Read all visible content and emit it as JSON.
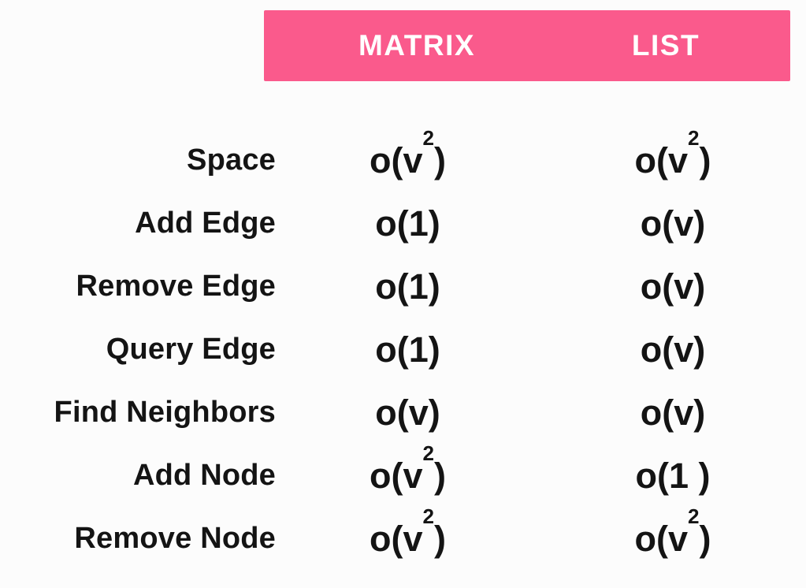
{
  "colors": {
    "accent_pink": "#FA5A8C",
    "header_text": "#FFFFFF",
    "body_text": "#141414",
    "background": "#FCFCFC"
  },
  "header": {
    "columns": [
      {
        "label": "MATRIX"
      },
      {
        "label": "LIST"
      }
    ]
  },
  "rows": [
    {
      "label": "Space",
      "matrix": {
        "pre": "o(v",
        "sup": "2",
        "post": ")"
      },
      "list": {
        "pre": "o(v",
        "sup": "2",
        "post": ")"
      }
    },
    {
      "label": "Add Edge",
      "matrix": {
        "pre": "o(1)",
        "sup": "",
        "post": ""
      },
      "list": {
        "pre": "o(v)",
        "sup": "",
        "post": ""
      }
    },
    {
      "label": "Remove Edge",
      "matrix": {
        "pre": "o(1)",
        "sup": "",
        "post": ""
      },
      "list": {
        "pre": "o(v)",
        "sup": "",
        "post": ""
      }
    },
    {
      "label": "Query Edge",
      "matrix": {
        "pre": "o(1)",
        "sup": "",
        "post": ""
      },
      "list": {
        "pre": "o(v)",
        "sup": "",
        "post": ""
      }
    },
    {
      "label": "Find Neighbors",
      "matrix": {
        "pre": "o(v)",
        "sup": "",
        "post": ""
      },
      "list": {
        "pre": "o(v)",
        "sup": "",
        "post": ""
      }
    },
    {
      "label": "Add Node",
      "matrix": {
        "pre": "o(v",
        "sup": "2",
        "post": ")"
      },
      "list": {
        "pre": "o(1 )",
        "sup": "",
        "post": ""
      }
    },
    {
      "label": "Remove Node",
      "matrix": {
        "pre": "o(v",
        "sup": "2",
        "post": ")"
      },
      "list": {
        "pre": "o(v",
        "sup": "2",
        "post": ")"
      }
    }
  ],
  "chart_data": {
    "type": "table",
    "title": "",
    "columns": [
      "",
      "MATRIX",
      "LIST"
    ],
    "rows": [
      [
        "Space",
        "O(v²)",
        "O(v²)"
      ],
      [
        "Add Edge",
        "O(1)",
        "O(v)"
      ],
      [
        "Remove Edge",
        "O(1)",
        "O(v)"
      ],
      [
        "Query Edge",
        "O(1)",
        "O(v)"
      ],
      [
        "Find Neighbors",
        "O(v)",
        "O(v)"
      ],
      [
        "Add Node",
        "O(v²)",
        "O(1)"
      ],
      [
        "Remove Node",
        "O(v²)",
        "O(v²)"
      ]
    ],
    "layout_hints": {
      "header_background": "#FA5A8C",
      "header_spans_value_columns_only": true,
      "label_alignment": "right",
      "value_alignment": "center"
    }
  }
}
